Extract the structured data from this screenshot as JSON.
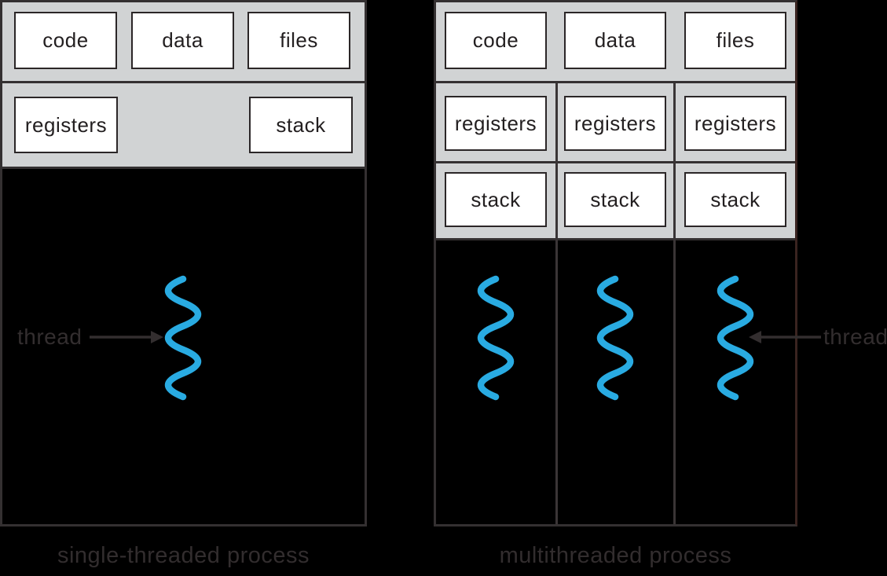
{
  "figure": {
    "left": {
      "caption": "single-threaded process",
      "thread_label": "thread",
      "top_boxes": [
        "code",
        "data",
        "files"
      ],
      "register_box": "registers",
      "stack_box": "stack",
      "thread_count": 1
    },
    "right": {
      "caption": "multithreaded process",
      "thread_label": "thread",
      "top_boxes": [
        "code",
        "data",
        "files"
      ],
      "columns": [
        {
          "registers": "registers",
          "stack": "stack"
        },
        {
          "registers": "registers",
          "stack": "stack"
        },
        {
          "registers": "registers",
          "stack": "stack"
        }
      ],
      "thread_count": 3
    },
    "colors": {
      "thread_blue": "#29abe2",
      "panel_gray": "#d1d3d4",
      "background": "#000000",
      "line_dark": "#343031"
    }
  }
}
